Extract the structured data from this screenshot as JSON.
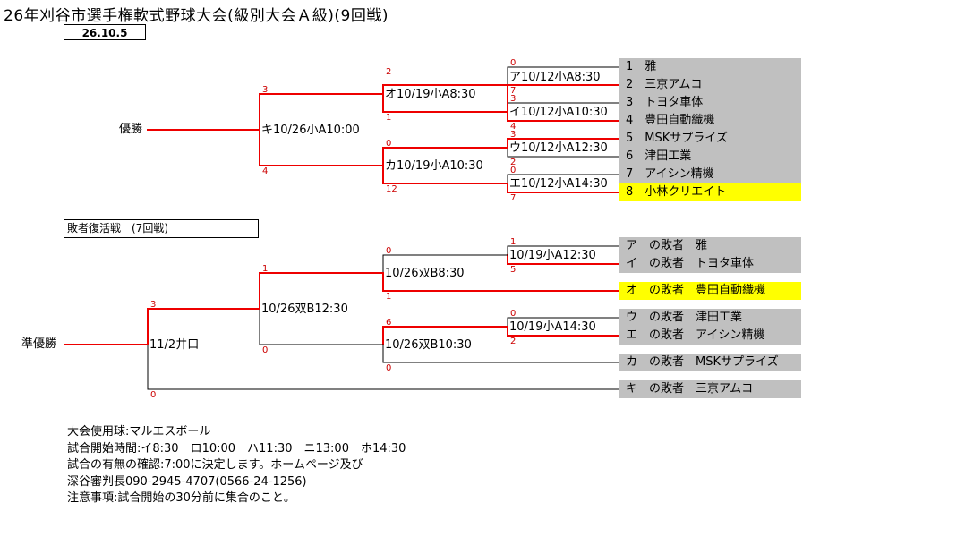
{
  "title": "26年刈谷市選手権軟式野球大会(級別大会Ａ級)(9回戦)",
  "date": "26.10.5",
  "main": {
    "champion_label": "優勝",
    "teams": [
      {
        "label": "1　雅"
      },
      {
        "label": "2　三京アムコ"
      },
      {
        "label": "3　トヨタ車体"
      },
      {
        "label": "4　豊田自動織機"
      },
      {
        "label": "5　MSKサプライズ"
      },
      {
        "label": "6　津田工業"
      },
      {
        "label": "7　アイシン精機"
      },
      {
        "label": "8　小林クリエイト"
      }
    ],
    "matches": {
      "a": "ア10/12小A8:30",
      "i": "イ10/12小A10:30",
      "u": "ウ10/12小A12:30",
      "e": "エ10/12小A14:30",
      "o": "オ10/19小A8:30",
      "ka": "カ10/19小A10:30",
      "ki": "キ10/26小A10:00"
    },
    "scores": {
      "a_top": "0",
      "a_bot": "7",
      "i_top": "3",
      "i_bot": "4",
      "u_top": "3",
      "u_bot": "2",
      "e_top": "0",
      "e_bot": "7",
      "o_top": "2",
      "o_bot": "1",
      "ka_top": "0",
      "ka_bot": "12",
      "ki_top": "3",
      "ki_bot": "4"
    }
  },
  "repechage": {
    "title": "敗者復活戦　(7回戦)",
    "runner_up_label": "準優勝",
    "teams": [
      {
        "label": "ア　の敗者　雅"
      },
      {
        "label": "イ　の敗者　トヨタ車体"
      },
      {
        "label": "オ　の敗者　豊田自動織機"
      },
      {
        "label": "ウ　の敗者　津田工業"
      },
      {
        "label": "エ　の敗者　アイシン精機"
      },
      {
        "label": "カ　の敗者　MSKサプライズ"
      },
      {
        "label": "キ　の敗者　三京アムコ"
      }
    ],
    "matches": {
      "r1": "10/19小A12:30",
      "r2": "10/19小A14:30",
      "r3": "10/26双B8:30",
      "r4": "10/26双B10:30",
      "r5": "10/26双B12:30",
      "final": "11/2井口"
    },
    "scores": {
      "r1_top": "1",
      "r1_bot": "5",
      "r2_top": "0",
      "r2_bot": "2",
      "r3_top": "0",
      "r3_bot": "1",
      "r4_top": "6",
      "r4_bot": "0",
      "r5_top": "1",
      "r5_bot": "0",
      "final_top": "3",
      "final_bot": "0"
    }
  },
  "notes": [
    "大会使用球:マルエスボール",
    "試合開始時間:イ8:30　ロ10:00　ハ11:30　ニ13:00　ホ14:30",
    "試合の有無の確認:7:00に決定します。ホームページ及び",
    "深谷審判長090-2945-4707(0566-24-1256)",
    "注意事項:試合開始の30分前に集合のこと。"
  ],
  "colors": {
    "winner_line": "#ee0000",
    "loser_line": "#000000",
    "team_bg": "#c0c0c0",
    "highlight_bg": "#ffff00",
    "score": "#cc0000"
  }
}
